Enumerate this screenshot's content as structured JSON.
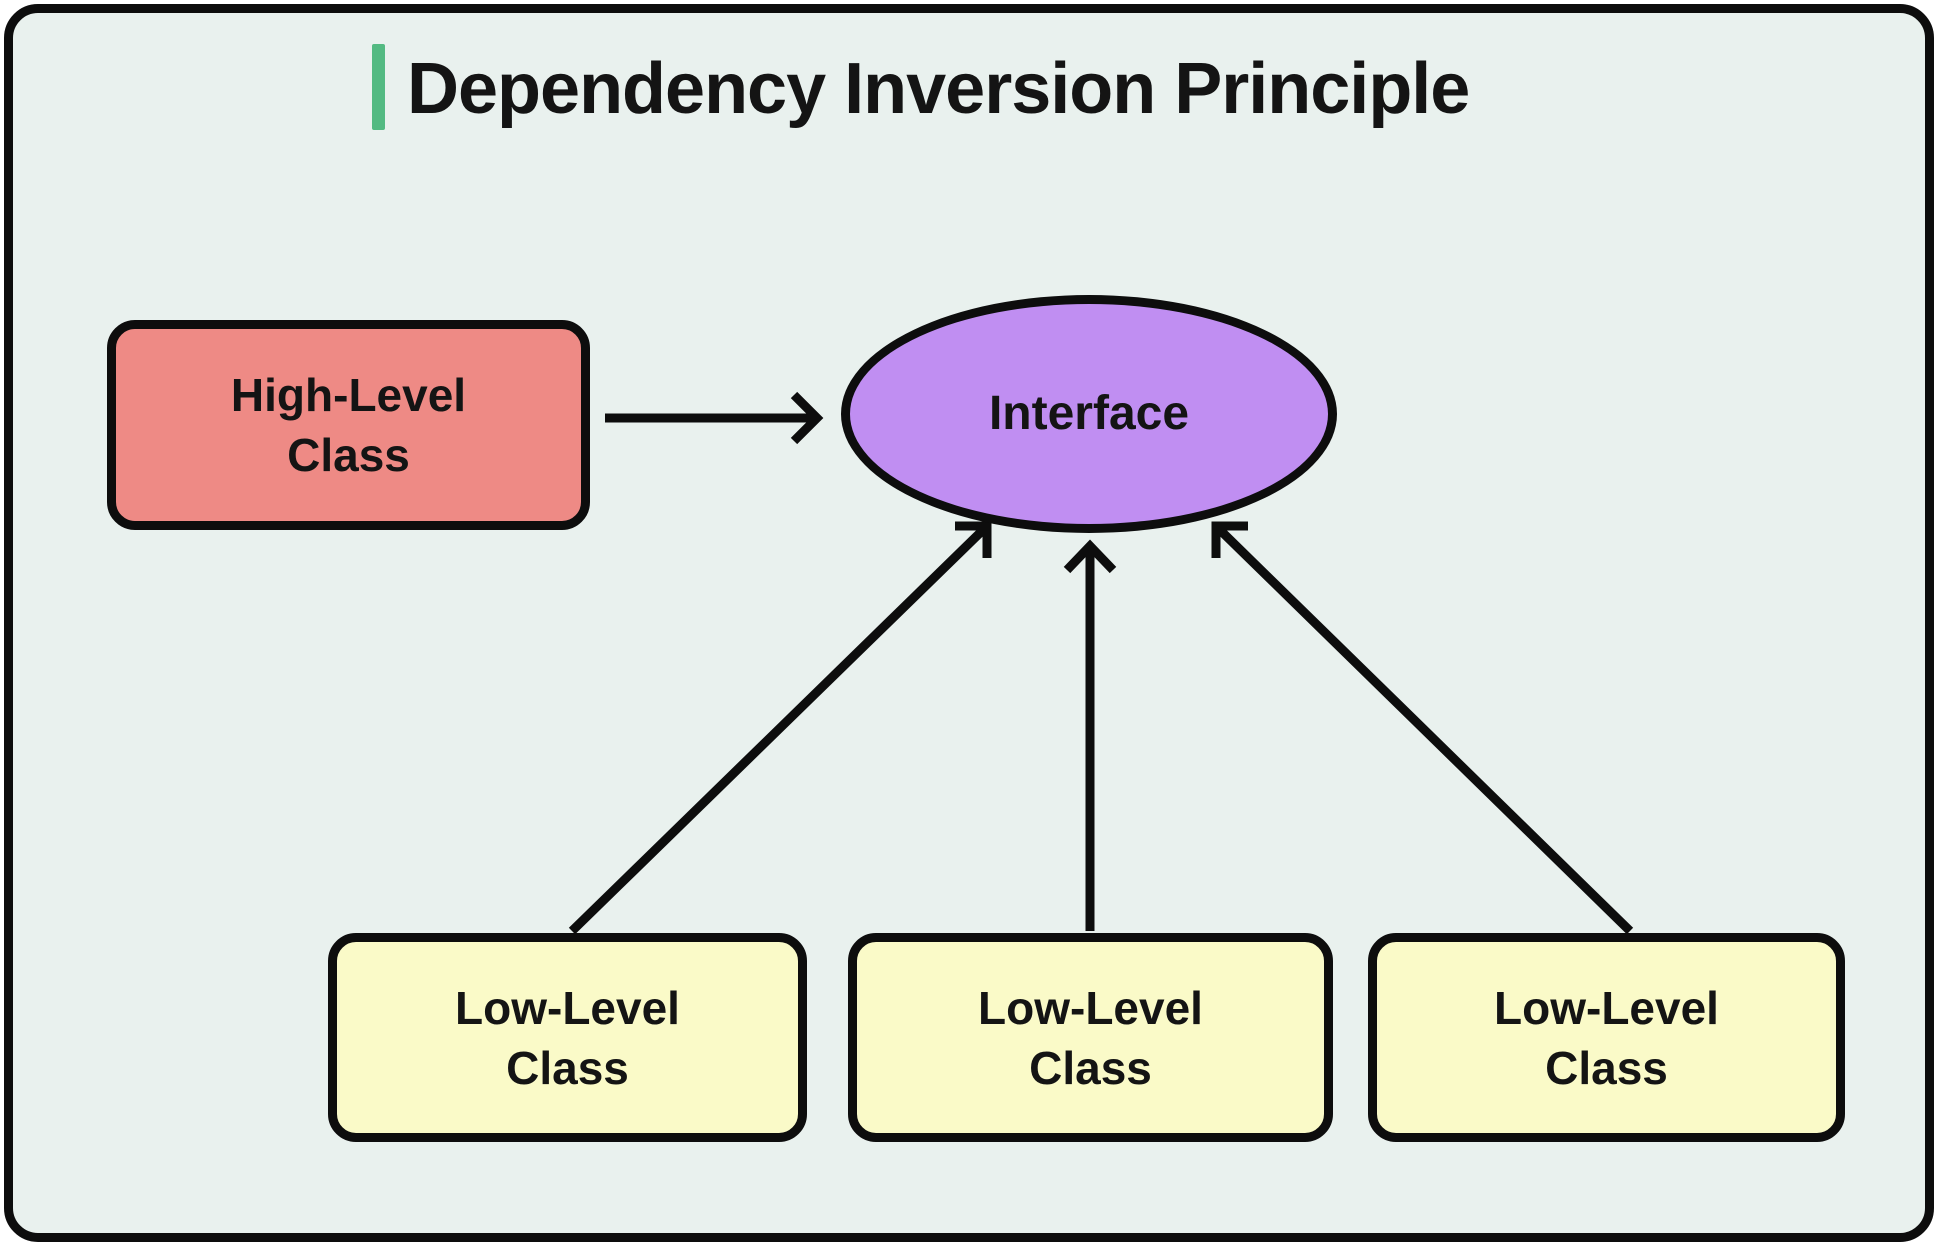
{
  "title": "Dependency Inversion Principle",
  "colors": {
    "background": "#e9f1ee",
    "frame_border": "#0d0d0d",
    "accent_green": "#53ba82",
    "high_level_fill": "#ee8a85",
    "interface_fill": "#c08ef2",
    "low_level_fill": "#fafac8",
    "arrow": "#0d0d0d",
    "text": "#141414"
  },
  "nodes": {
    "high_level": {
      "lines": [
        "High-Level",
        "Class"
      ]
    },
    "interface": {
      "label": "Interface"
    },
    "low_level": [
      {
        "lines": [
          "Low-Level",
          "Class"
        ]
      },
      {
        "lines": [
          "Low-Level",
          "Class"
        ]
      },
      {
        "lines": [
          "Low-Level",
          "Class"
        ]
      }
    ]
  }
}
